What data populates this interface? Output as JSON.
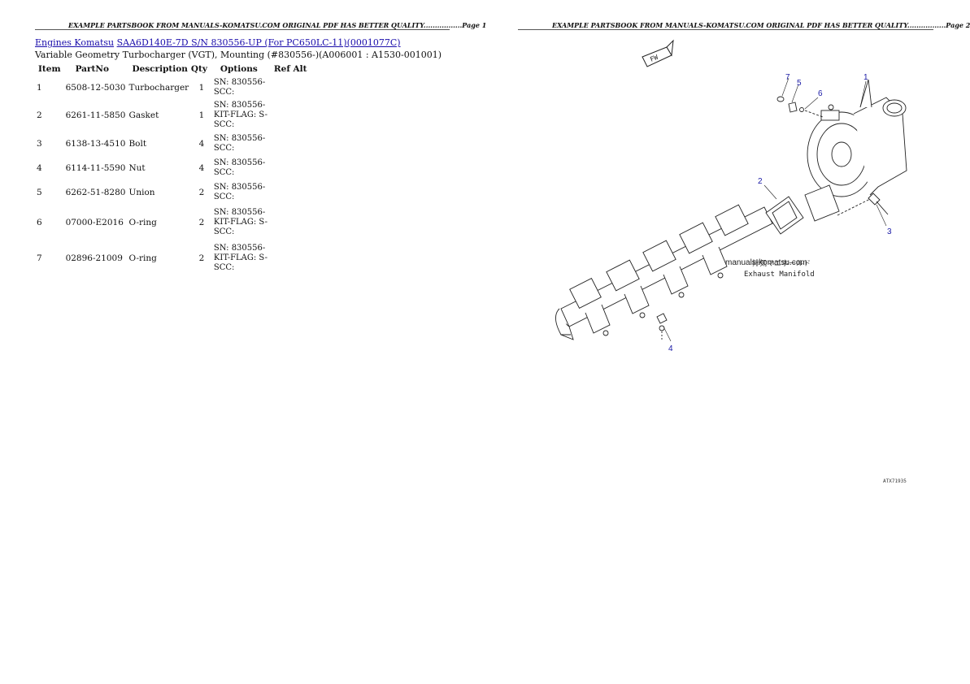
{
  "header": {
    "left": "EXAMPLE PARTSBOOK FROM MANUALS-KOMATSU.COM ORIGINAL PDF HAS BETTER QUALITY.................Page 1",
    "right": "EXAMPLE PARTSBOOK FROM MANUALS-KOMATSU.COM ORIGINAL PDF HAS BETTER QUALITY.................Page 2"
  },
  "breadcrumb": {
    "link1": "Engines Komatsu",
    "link2": "SAA6D140E-7D S/N 830556-UP (For PC650LC-11)(0001077C)"
  },
  "subtitle": "Variable Geometry Turbocharger (VGT), Mounting (#830556-)(A006001 : A1530-001001)",
  "table": {
    "headers": [
      "Item",
      "PartNo",
      "Description",
      "Qty",
      "Options",
      "Ref Alt"
    ],
    "rows": [
      {
        "item": "1",
        "part": "6508-12-5030",
        "desc": "Turbocharger",
        "qty": "1",
        "opt": "SN: 830556-SCC:",
        "ref": ""
      },
      {
        "item": "2",
        "part": "6261-11-5850",
        "desc": "Gasket",
        "qty": "1",
        "opt": "SN: 830556-KIT-FLAG: S-SCC:",
        "ref": ""
      },
      {
        "item": "3",
        "part": "6138-13-4510",
        "desc": "Bolt",
        "qty": "4",
        "opt": "SN: 830556-SCC:",
        "ref": ""
      },
      {
        "item": "4",
        "part": "6114-11-5590",
        "desc": "Nut",
        "qty": "4",
        "opt": "SN: 830556-SCC:",
        "ref": ""
      },
      {
        "item": "5",
        "part": "6262-51-8280",
        "desc": "Union",
        "qty": "2",
        "opt": "SN: 830556-SCC:",
        "ref": ""
      },
      {
        "item": "6",
        "part": "07000-E2016",
        "desc": "O-ring",
        "qty": "2",
        "opt": "SN: 830556-KIT-FLAG: S-SCC:",
        "ref": ""
      },
      {
        "item": "7",
        "part": "02896-21009",
        "desc": "O-ring",
        "qty": "2",
        "opt": "SN: 830556-KIT-FLAG: S-SCC:",
        "ref": ""
      }
    ]
  },
  "diagram": {
    "fw_label": "FW",
    "callouts": [
      "1",
      "2",
      "3",
      "4",
      "5",
      "6",
      "7"
    ],
    "watermark": "manuals-komatsu.com",
    "note_jp": "排気マニホールド",
    "note_en": "Exhaust Manifold",
    "figure_code": "ATX71935"
  }
}
